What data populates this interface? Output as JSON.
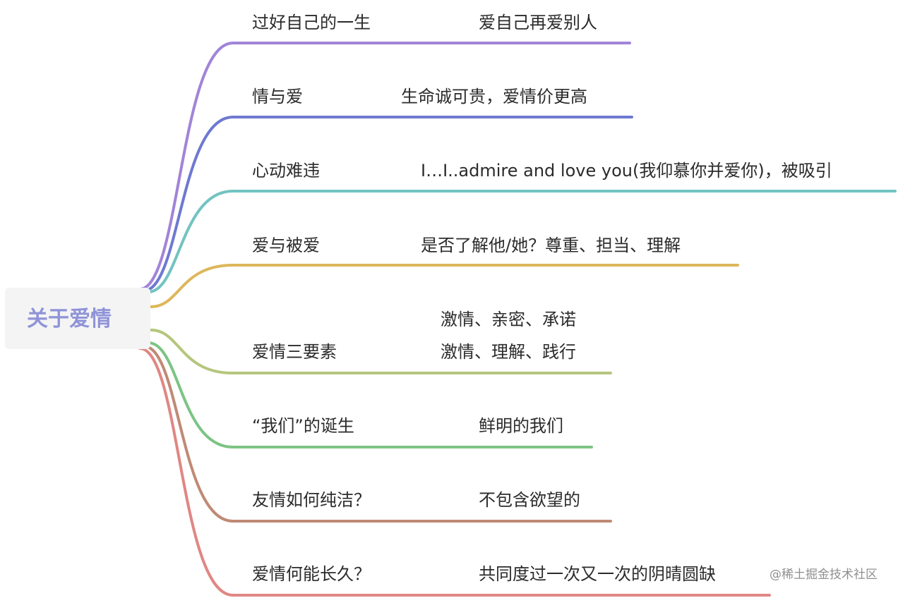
{
  "root": {
    "label": "关于爱情",
    "color": "#8f93d8"
  },
  "branches": [
    {
      "label": "过好自己的一生",
      "details": [
        "爱自己再爱别人"
      ],
      "color": "#a184d8"
    },
    {
      "label": "情与爱",
      "details": [
        "生命诚可贵，爱情价更高"
      ],
      "color": "#6e79d1"
    },
    {
      "label": "心动难违",
      "details": [
        "I…I..admire and love you(我仰慕你并爱你)，被吸引"
      ],
      "color": "#72c3c1"
    },
    {
      "label": "爱与被爱",
      "details": [
        "是否了解他/她？尊重、担当、理解"
      ],
      "color": "#ddb75a"
    },
    {
      "label": "爱情三要素",
      "details": [
        "激情、亲密、承诺",
        "激情、理解、践行"
      ],
      "color": "#b5c67d"
    },
    {
      "label": "“我们”的诞生",
      "details": [
        "鲜明的我们"
      ],
      "color": "#7cc484"
    },
    {
      "label": "友情如何纯洁？",
      "details": [
        "不包含欲望的"
      ],
      "color": "#bf8a75"
    },
    {
      "label": "爱情何能长久？",
      "details": [
        "共同度过一次又一次的阴晴圆缺"
      ],
      "color": "#e08784"
    }
  ],
  "watermark": "@稀土掘金技术社区"
}
